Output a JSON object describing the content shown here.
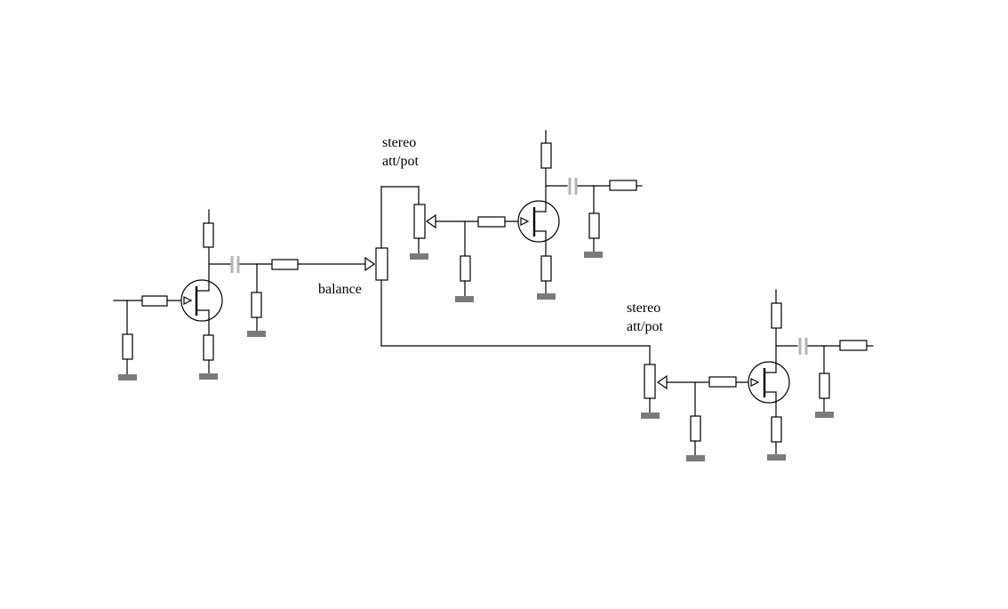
{
  "labels": {
    "balance": "balance",
    "pot_top_line1": "stereo",
    "pot_top_line2": "att/pot",
    "pot_bottom_line1": "stereo",
    "pot_bottom_line2": "att/pot"
  },
  "colors": {
    "wire": "#000000",
    "ground": "#7a7a7a",
    "capacitor": "#b4b4b4",
    "background": "#ffffff"
  }
}
